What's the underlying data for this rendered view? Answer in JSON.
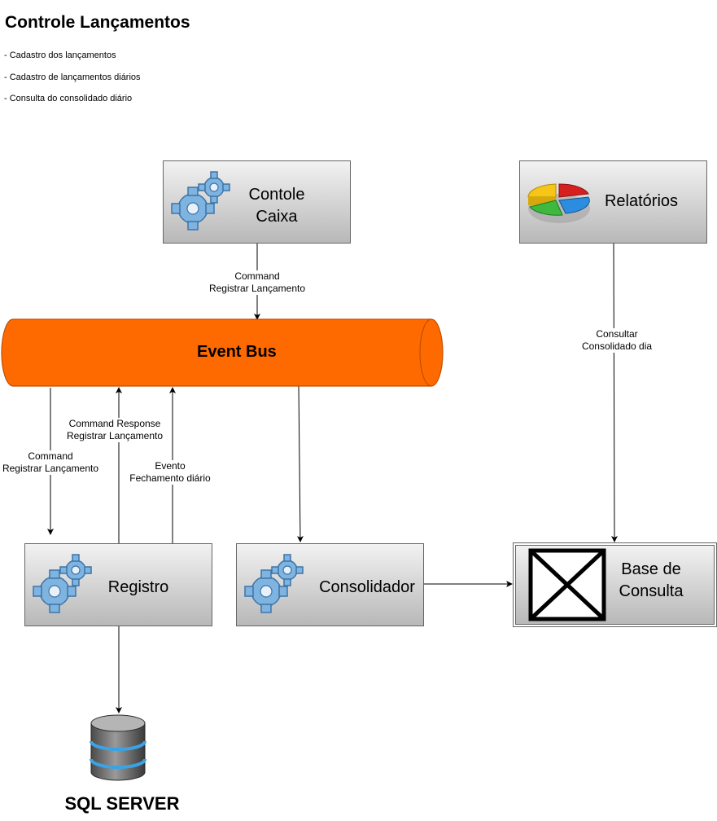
{
  "header": {
    "title": "Controle Lançamentos",
    "bullets": [
      "- Cadastro dos lançamentos",
      "- Cadastro de lançamentos diários",
      "- Consulta do consolidado diário"
    ]
  },
  "nodes": {
    "controle_caixa": {
      "line1": "Contole",
      "line2": "Caixa",
      "icon": "gears-icon"
    },
    "relatorios": {
      "label": "Relatórios",
      "icon": "pie-chart-icon"
    },
    "event_bus": {
      "label": "Event Bus",
      "color": "#ff6a00"
    },
    "registro": {
      "label": "Registro",
      "icon": "gears-icon"
    },
    "consolidador": {
      "label": "Consolidador",
      "icon": "gears-icon"
    },
    "base_consulta": {
      "line1": "Base de",
      "line2": "Consulta",
      "icon": "crossed-box-icon"
    },
    "sql_server": {
      "label": "SQL SERVER",
      "icon": "database-icon"
    }
  },
  "edges": {
    "caixa_to_bus": {
      "line1": "Command",
      "line2": "Registrar Lançamento"
    },
    "bus_to_registro": {
      "line1": "Command",
      "line2": "Registrar Lançamento"
    },
    "registro_to_bus_response": {
      "line1": "Command Response",
      "line2": "Registrar Lançamento"
    },
    "registro_to_bus_event": {
      "line1": "Evento",
      "line2": "Fechamento diário"
    },
    "relatorios_to_base": {
      "line1": "Consultar",
      "line2": "Consolidado dia"
    }
  },
  "colors": {
    "bus_fill": "#ff6a00",
    "bus_stroke": "#c04f00",
    "box_border": "#666666"
  }
}
